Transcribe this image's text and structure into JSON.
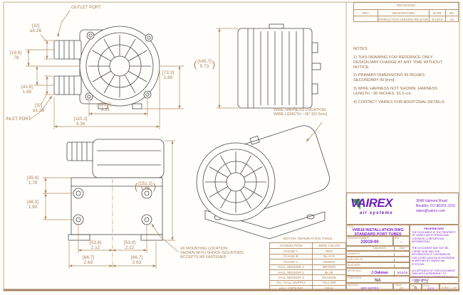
{
  "colors": {
    "border_tan": "#b5926e",
    "annotation_tan": "#a87e57",
    "geometry_gray": "#4a4a4a",
    "brand_purple": "#6d21b8",
    "value_purple": "#7e22ce",
    "logo_green": "#3fa047"
  },
  "revisions": {
    "title": "REVISIONS",
    "headers": [
      "REV",
      "DESCRIPTION",
      "DATE",
      "BY"
    ],
    "rows": [
      [
        "--",
        "PRODUCTION VERSION RELEASE",
        "5/13/19",
        "JO"
      ]
    ]
  },
  "notes": {
    "heading": "NOTES:",
    "items": [
      "1) THIS DRAWING FOR REFERNCE ONLY.\nDESIGN MAY CHANGE AT ANY TIME WITHOUT\nNOTICE.",
      "2) PRIMARY DIMENSIONS IN INCHES\nSECONDARY IN [mm].",
      "3) WIRE HARNESS NOT SHOWN.  HARNESS\nLENGTH ~36 INCHES. 91.5 cm.",
      "4) CONTACT VAIREX FOR ADDITONAL DETAILS."
    ]
  },
  "labels": {
    "outlet_port": "OUTLET PORT",
    "inlet_port": "INLET PORT",
    "mounting": "4X MOUNTING LOCATION\nSHOWN WITH SHOCK ISOLATORS.\nACCEPTS M5 FASTENER.",
    "wire_harness": "WIRE HARNESS LOCATION,\nWIRE LENGTH ~36\" [91.5cm]"
  },
  "dims": {
    "outlet_dia": {
      "mm": "[32]",
      "in": "⌀1.26"
    },
    "offset_19_9": {
      "mm": "[19.9]",
      "in": ".78"
    },
    "offset_41_8": {
      "mm": "[41.8]",
      "in": "1.65"
    },
    "inlet_dia": {
      "mm": "[32]",
      "in": "⌀1.26"
    },
    "width_81_6": {
      "mm": "[81.6]",
      "in": "3.21"
    },
    "width_110_2": {
      "mm": "[110.2]",
      "in": "4.34"
    },
    "height_73_3": {
      "mm": "[73.3]",
      "in": "2.89"
    },
    "depth_145_7": {
      "open": "(",
      "mm": "[145.7]",
      "in": "5.73",
      "close": ")"
    },
    "iso_45_4": {
      "mm": "[45.4]",
      "in": "1.79"
    },
    "iso_48_3": {
      "mm": "[48.3]",
      "in": "1.90"
    },
    "height_151_1": {
      "open": "(",
      "mm": "[151.1]",
      "in": "5.95",
      "close": ")"
    },
    "mount_53_8_l": {
      "mm": "[53.8]",
      "in": "2.12"
    },
    "mount_53_8_r": {
      "mm": "[53.8]",
      "in": "2.12"
    },
    "mount_66_7_l": {
      "mm": "[66.7]",
      "in": "2.63"
    },
    "mount_66_7_r": {
      "mm": "[66.7]",
      "in": "2.63"
    }
  },
  "motor_table": {
    "title": "MOTOR TERMINATION TABLE",
    "headers": [
      "CONNECTION",
      "WIRE COLOR"
    ],
    "rows": [
      [
        "PHASE A",
        "RED"
      ],
      [
        "PHASE B",
        "BLACK"
      ],
      [
        "PHASE C",
        "GREEN"
      ],
      [
        "HALL SENSOR 1",
        "BROWN"
      ],
      [
        "HALL SENSOR 2",
        "BLUE"
      ],
      [
        "HALL SENSOR 3",
        "ORANGE"
      ],
      [
        "Vcc, HALL SUPPLY",
        "YELLOW"
      ],
      [
        "HALL GROUND",
        "GRAY"
      ]
    ]
  },
  "logo": {
    "name": "VAIREX",
    "tagline": "air systems",
    "address_lines": [
      "3048 Valmont Road",
      "Boulder, CO  80301-2115",
      "sales@vairex.com"
    ]
  },
  "title_block": {
    "title_label": "TITLE",
    "title": "VRB18 INSTALLATION DWG\nSTANDARD PORT TUBES",
    "drawing_number_label": "DRAWING NUMBER",
    "drawing_number": "23019-00",
    "rev_label": "REV",
    "rev": "--",
    "signatures_label": "Signatures",
    "date_label": "Date",
    "drawn_by_label": "DRAWN BY",
    "drawn_by_sig": "-",
    "drawn_by_date": "-",
    "checked_by_label": "CHECKED BY",
    "checked_by_sig": "-",
    "checked_by_date": "-",
    "engineer_label": "ENGINEER",
    "engineer_sig": "-",
    "engineer_date": "-",
    "approved_label": "APPROVED",
    "approved_sig": "J Oakman",
    "approved_date": "5/13/19",
    "used_with_label": "USED WITH",
    "used_with": "NA",
    "material_label": "MATERIAL",
    "material": "SEE NOTES",
    "finish_label": "FINISH",
    "finish": "63",
    "size_label": "SIZE",
    "size": "B",
    "scale_label": "SCALE",
    "scale": "1:2.2",
    "sheet": "SHEET 1 OF 1",
    "proprietary_heading": "PROPRIETARY",
    "proprietary_body": "THE DOCUMENT IS THE PROPERTY OF VAIREX AIR SYSTEMS AND CONTAINS CONFIDENTIAL INFORMATION.\n\nTHE DOCUMENT MAY NOT BE COPIED NOR MAY THE INFORMATION IT CONTAINS BE DISCLOSED UNLESS AUTHORIZED IN WRITING BY VAIREX AIR SYSTEMS.\n\nACCEPTANCE OF THIS DOCUMENT INDICATES AGREEMENT TO RECEIVE SUCH INFORMATION IN CONFIDENCE."
  }
}
